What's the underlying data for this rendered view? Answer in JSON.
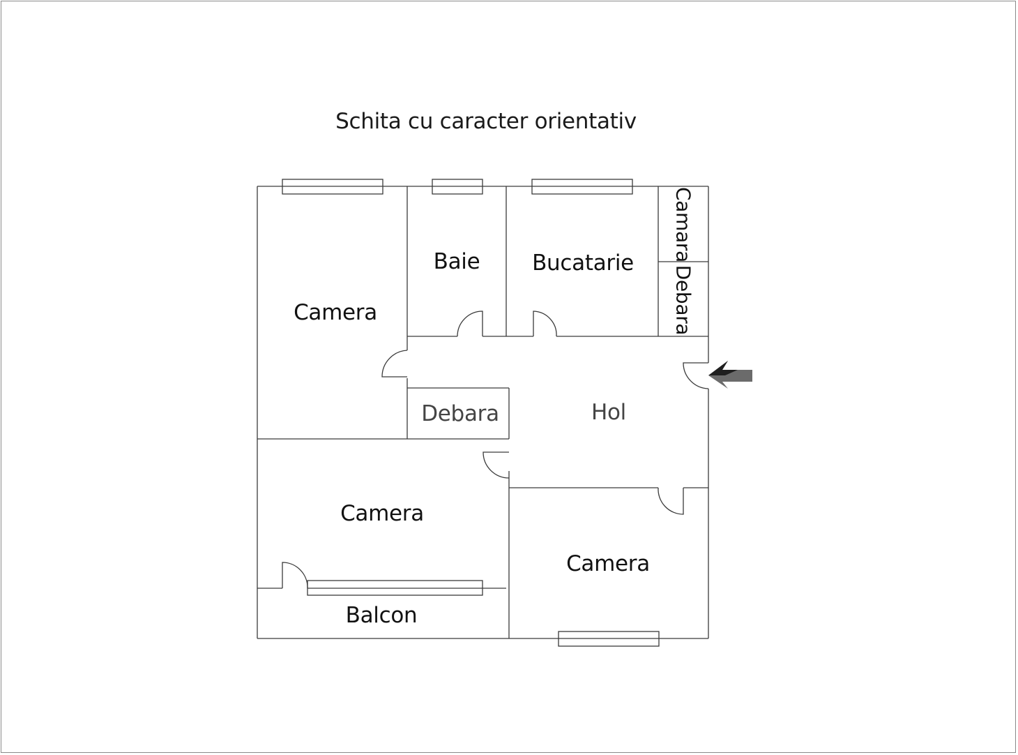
{
  "title": "Schita cu caracter orientativ",
  "rooms": {
    "camera_top_left": "Camera",
    "baie": "Baie",
    "bucatarie": "Bucatarie",
    "camara": "Camara",
    "debara_right": "Debara",
    "debara_center": "Debara",
    "hol": "Hol",
    "camera_bottom_left": "Camera",
    "camera_bottom_right": "Camera",
    "balcon": "Balcon"
  },
  "colors": {
    "wall": "#3a3a3a",
    "entrance_arrow_dark": "#1f1f1f",
    "entrance_arrow_light": "#6b6b6b"
  }
}
